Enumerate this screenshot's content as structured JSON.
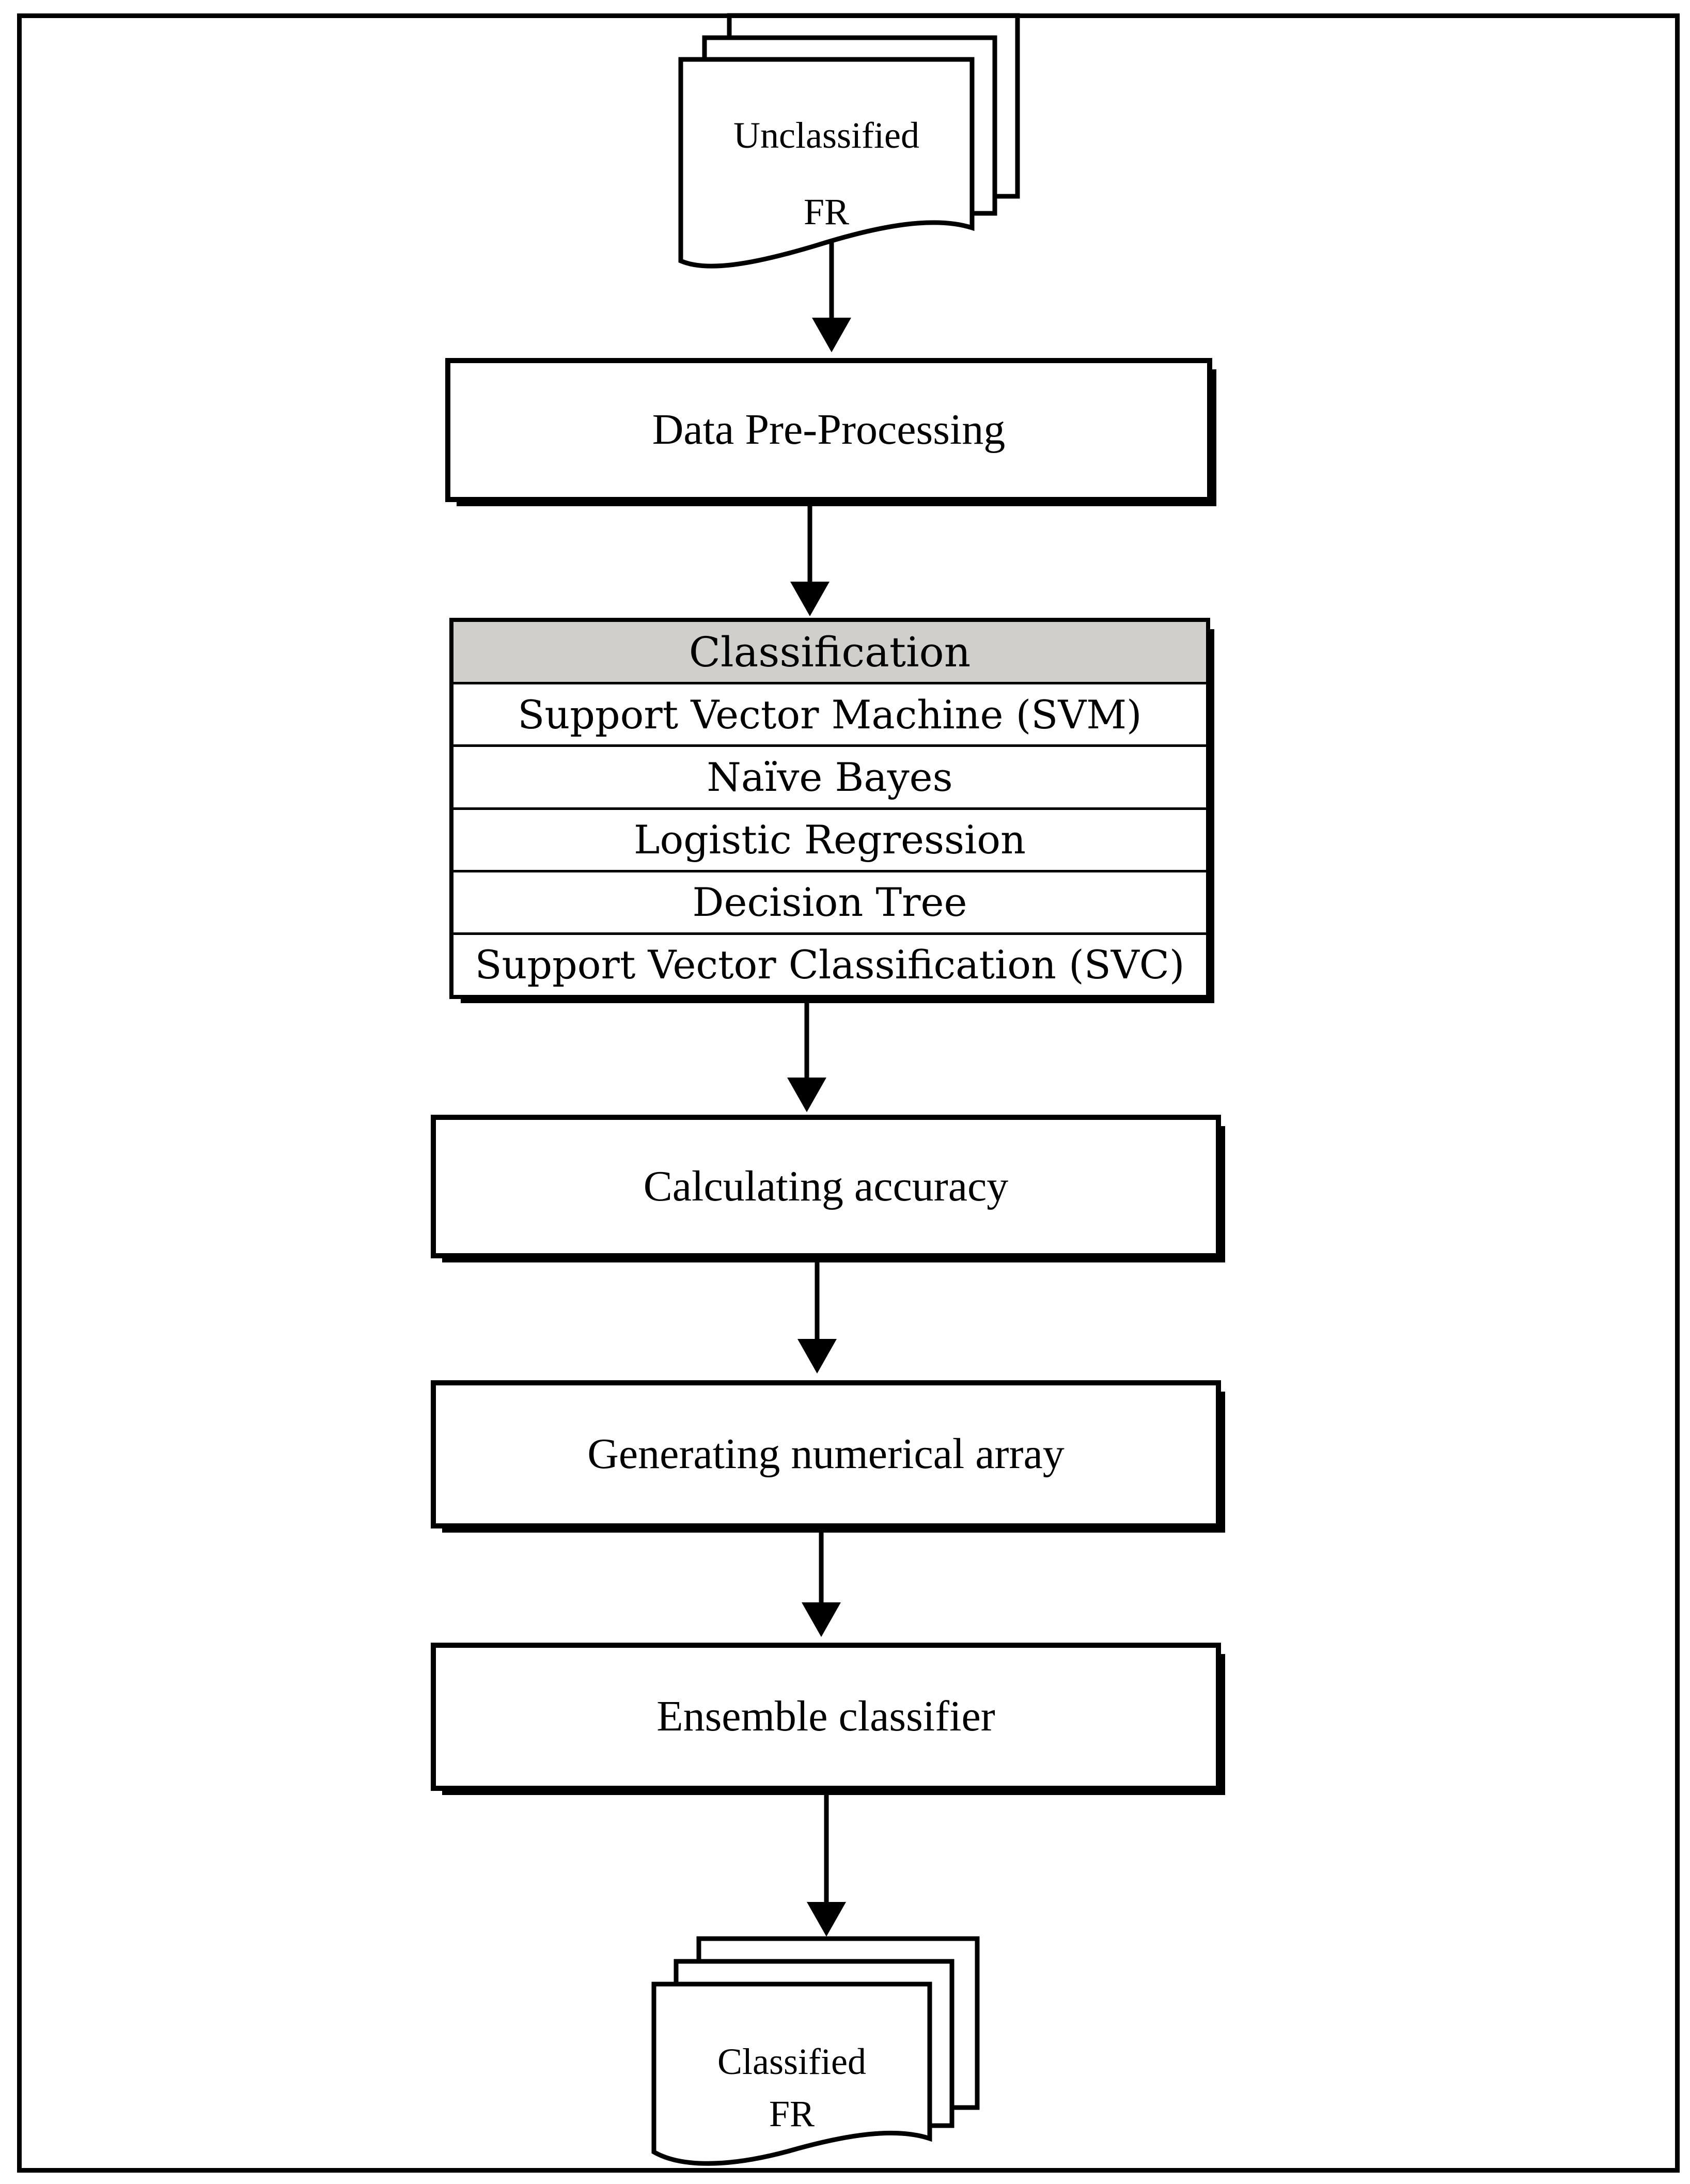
{
  "figure": {
    "background": "#ffffff",
    "line_color": "#000000",
    "table_header_bg": "#d1cfcc"
  },
  "flow": {
    "start_document": {
      "line1": "Unclassified",
      "line2": "FR"
    },
    "steps": {
      "preprocess": "Data Pre-Processing",
      "calculate": "Calculating accuracy",
      "generate": "Generating numerical array",
      "ensemble": "Ensemble classifier"
    },
    "classification_table": {
      "header": "Classification",
      "rows": [
        "Support Vector Machine (SVM)",
        "Naïve Bayes",
        "Logistic Regression",
        "Decision Tree",
        "Support Vector Classification (SVC)"
      ]
    },
    "end_document": {
      "line1": "Classified",
      "line2": "FR"
    }
  }
}
